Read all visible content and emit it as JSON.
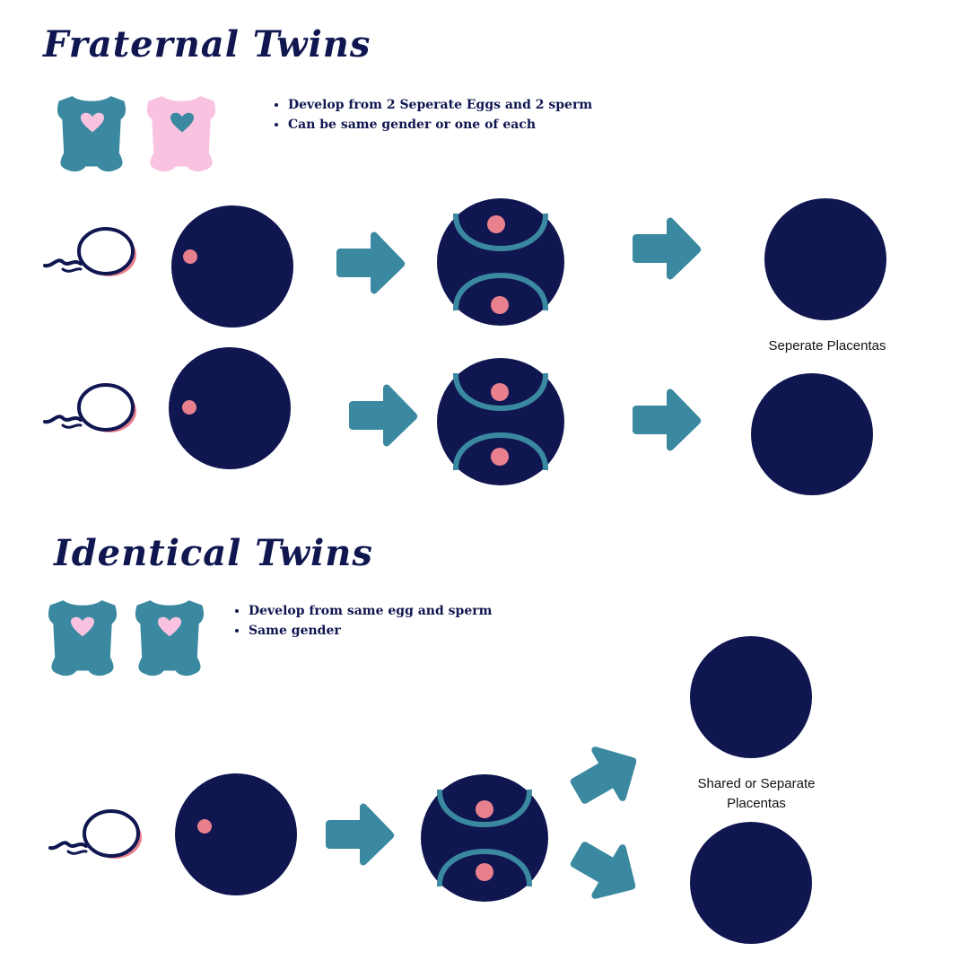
{
  "fraternal": {
    "title": "Fraternal Twins",
    "bullets": [
      "Develop from 2 Seperate Eggs and 2 sperm",
      "Can be same gender or one of each"
    ],
    "caption": "Seperate Placentas"
  },
  "identical": {
    "title": "Identical Twins",
    "bullets": [
      "Develop from same egg and sperm",
      "Same gender"
    ],
    "caption_line1": "Shared or Separate",
    "caption_line2": "Placentas"
  },
  "colors": {
    "navy": "#0f1650",
    "teal": "#3a89a0",
    "pink": "#e8808e",
    "light_pink": "#f9c2e0",
    "white": "#ffffff"
  },
  "icons": [
    "onesie-icon",
    "heart-icon",
    "sperm-icon",
    "egg-icon",
    "arrow-icon",
    "dividing-cell-icon",
    "placenta-icon"
  ]
}
